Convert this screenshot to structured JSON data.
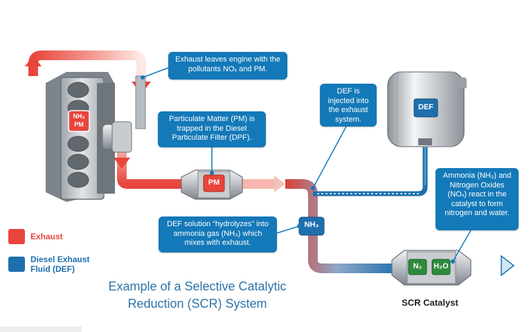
{
  "colors": {
    "exhaust": "#e8453c",
    "def": "#1e6fad",
    "callout": "#1479b8",
    "caption": "#2f73a8"
  },
  "engine": {
    "chip": "NH₃ PM"
  },
  "callouts": {
    "exhaust_leaves": "Exhaust leaves engine with the pollutants NOₓ and PM.",
    "pm_trapped": "Particulate Matter (PM) is trapped in the Diesel Particulate Filter (DPF).",
    "def_injected": "DEF is injected into the exhaust system.",
    "hydrolyzes": "DEF solution “hydrolyzes” into ammonia gas (NH₃) which mixes with exhaust.",
    "react": "Ammonia (NH₃) and Nitrogen Oxides (NOₓ) react in the catalyst to form nitrogen and water."
  },
  "labels": {
    "pm": "PM",
    "nh3": "NH₃",
    "def_tank": "DEF",
    "n2": "N₂",
    "h2o": "H₂O",
    "scr_catalyst": "SCR Catalyst"
  },
  "legend": {
    "exhaust": "Exhaust",
    "def": "Diesel Exhaust Fluid (DEF)"
  },
  "caption": "Example of a Selective Catalytic Reduction (SCR) System"
}
